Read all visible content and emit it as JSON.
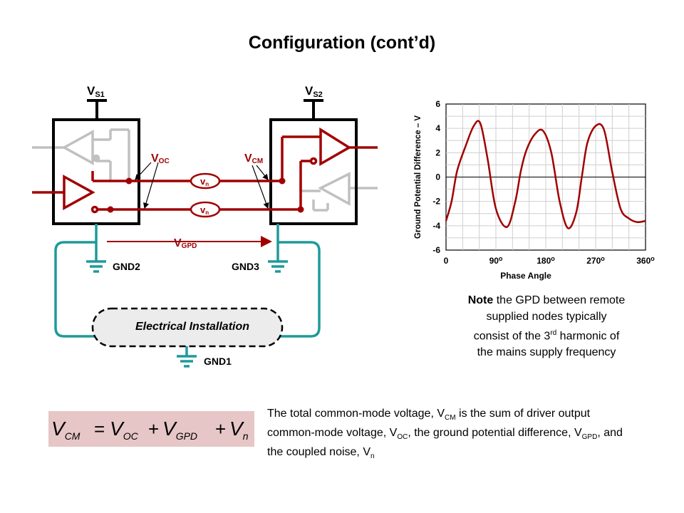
{
  "slide": {
    "title": "Configuration (cont’d)"
  },
  "colors": {
    "signal": "#a00000",
    "ground": "#1f9a9a",
    "gray": "#c0c0c0",
    "black": "#000000"
  },
  "circuit": {
    "vs1": {
      "main": "V",
      "sub": "S1"
    },
    "vs2": {
      "main": "V",
      "sub": "S2"
    },
    "voc": {
      "main": "V",
      "sub": "OC"
    },
    "vcm": {
      "main": "V",
      "sub": "CM"
    },
    "vgpd": {
      "main": "V",
      "sub": "GPD"
    },
    "vn": {
      "main": "v",
      "sub": "n"
    },
    "gnd1": "GND1",
    "gnd2": "GND2",
    "gnd3": "GND3",
    "installation": "Electrical Installation"
  },
  "chart_data": {
    "type": "line",
    "ylabel": "Ground Potential Difference – V",
    "xlabel": "Phase Angle",
    "xlim": [
      0,
      360
    ],
    "ylim": [
      -6,
      6
    ],
    "xticks": [
      0,
      90,
      180,
      270,
      360
    ],
    "xtick_labels": [
      "0",
      "90",
      "180",
      "270",
      "360"
    ],
    "xtick_suffix": "o",
    "yticks": [
      6,
      4,
      2,
      0,
      -2,
      -4,
      -6
    ],
    "ytick_labels": [
      "6",
      "4",
      "2",
      "0",
      "-2",
      "-4",
      "-6"
    ],
    "grid": true,
    "series": [
      {
        "x": [
          0,
          10,
          20,
          35,
          50,
          62,
          75,
          90,
          110,
          125,
          135,
          145,
          160,
          175,
          190,
          205,
          220,
          235,
          245,
          255,
          270,
          285,
          300,
          315,
          330,
          345,
          360
        ],
        "values": [
          -3.6,
          -2.0,
          0.5,
          2.5,
          4.2,
          4.4,
          1.5,
          -2.6,
          -4.1,
          -2.0,
          0.5,
          2.2,
          3.5,
          3.8,
          2.0,
          -2.0,
          -4.2,
          -2.9,
          0.0,
          2.8,
          4.2,
          3.9,
          0.4,
          -2.6,
          -3.4,
          -3.7,
          -3.6
        ]
      }
    ]
  },
  "note": {
    "bold": "Note",
    "line1_rest": " the GPD between remote",
    "line2": "supplied nodes typically",
    "line3_pre": "consist of the 3",
    "line3_sup": "rd",
    "line3_post": " harmonic of",
    "line4": "the mains supply frequency"
  },
  "formula": {
    "lhs": {
      "main": "V",
      "sub": "CM"
    },
    "eq": "=",
    "plus": "+",
    "t1": {
      "main": "V",
      "sub": "OC"
    },
    "t2": {
      "main": "V",
      "sub": "GPD"
    },
    "t3": {
      "main": "V",
      "sub": "n"
    }
  },
  "description": {
    "p1": "The total common-mode voltage, V",
    "s1": "CM",
    "p2": " is the sum of driver output common-mode voltage, V",
    "s2": "OC",
    "p3": ", the ground potential difference, V",
    "s3": "GPD",
    "p4": ", and the coupled noise, V",
    "s4": "n"
  }
}
